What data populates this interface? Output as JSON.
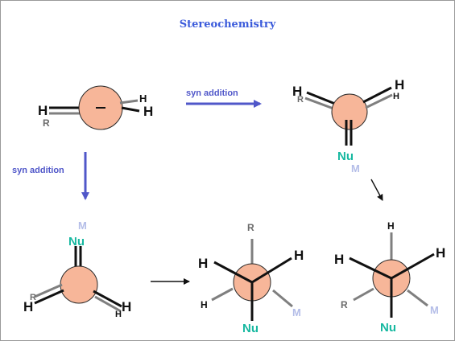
{
  "title": "Stereochemistry",
  "arrows": {
    "top_label": "syn addition",
    "left_label": "syn addition"
  },
  "atoms": {
    "h": "H",
    "r": "R",
    "nu": "Nu",
    "m": "M"
  },
  "colors": {
    "title": "#3b5bdb",
    "arrow": "#5057c9",
    "atom_fill": "#f7b699",
    "atom_stroke": "#2a2a2a",
    "bond": "#111111",
    "bond_gray": "#7f7f7f",
    "h_text": "#111111",
    "r_text": "#6b6b6b",
    "nu_text": "#16b8a0",
    "m_text": "#b4bde8"
  }
}
